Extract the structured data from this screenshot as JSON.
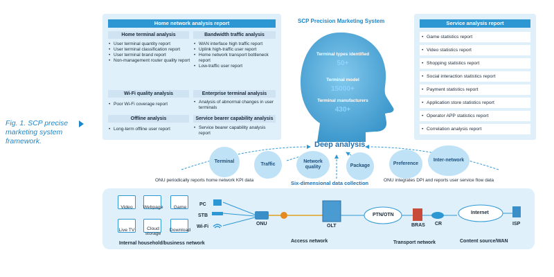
{
  "caption": "Fig. 1. SCP precise marketing system framework.",
  "home_report": {
    "title": "Home network analysis report",
    "sections": [
      {
        "title": "Home terminal analysis",
        "items": [
          "User terminal quantity report",
          "User terminal classification report",
          "User terminal brand report",
          "Non-management router quality report"
        ]
      },
      {
        "title": "Bandwidth traffic analysis",
        "items": [
          "WAN interface high traffic report",
          "Uplink high-traffic user report",
          "Home network transport bottleneck report",
          "Low-traffic user report"
        ]
      },
      {
        "title": "Wi-Fi quality analysis",
        "items": [
          "Poor Wi-Fi coverage report"
        ]
      },
      {
        "title": "Enterprise terminal analysis",
        "items": [
          "Analysis of abnormal changes in user terminals"
        ]
      },
      {
        "title": "Offline analysis",
        "items": [
          "Long-term offline user report"
        ]
      },
      {
        "title": "Service bearer capability analysis",
        "items": [
          "Service bearer capability analysis report"
        ]
      }
    ]
  },
  "system_title": "SCP Precision Marketing System",
  "head": {
    "stats": [
      {
        "label": "Terminal types identified",
        "value": "50+"
      },
      {
        "label": "Terminal model",
        "value": "15000+"
      },
      {
        "label": "Terminal manufacturers",
        "value": "430+"
      }
    ]
  },
  "service_report": {
    "title": "Service analysis report",
    "items": [
      "Game statistics report",
      "Video statistics report",
      "Shopping statistics report",
      "Social interaction statistics report",
      "Payment statistics report",
      "Application store statistics report",
      "Operator APP statistics report",
      "Correlation analysis report"
    ]
  },
  "deep_analysis": "Deep analysis",
  "dimensions": [
    "Terminal",
    "Traffic",
    "Network quality",
    "Package",
    "Preference",
    "Inter-network"
  ],
  "six_dim": "Six-dimensional data collection",
  "onu_note": "ONU periodically reports home network KPI data",
  "dpi_note": "ONU integrates DPI and reports user service flow data",
  "apps": [
    "Video",
    "Webpage",
    "Game",
    "Live TV",
    "Cloud storage",
    "Download"
  ],
  "devices": [
    "PC",
    "STB",
    "Wi-Fi"
  ],
  "nodes": {
    "onu": "ONU",
    "olt": "OLT",
    "ptn": "PTN/OTN",
    "bras": "BRAS",
    "cr": "CR",
    "internet": "Internet",
    "isp": "ISP"
  },
  "networks": [
    "Internal household/business network",
    "Access network",
    "Transport network",
    "Content source/WAN"
  ],
  "colors": {
    "accent": "#2d97d3",
    "panel": "#dff0fa",
    "bubble": "#bfe2f6",
    "head": "#3aa3d8"
  }
}
